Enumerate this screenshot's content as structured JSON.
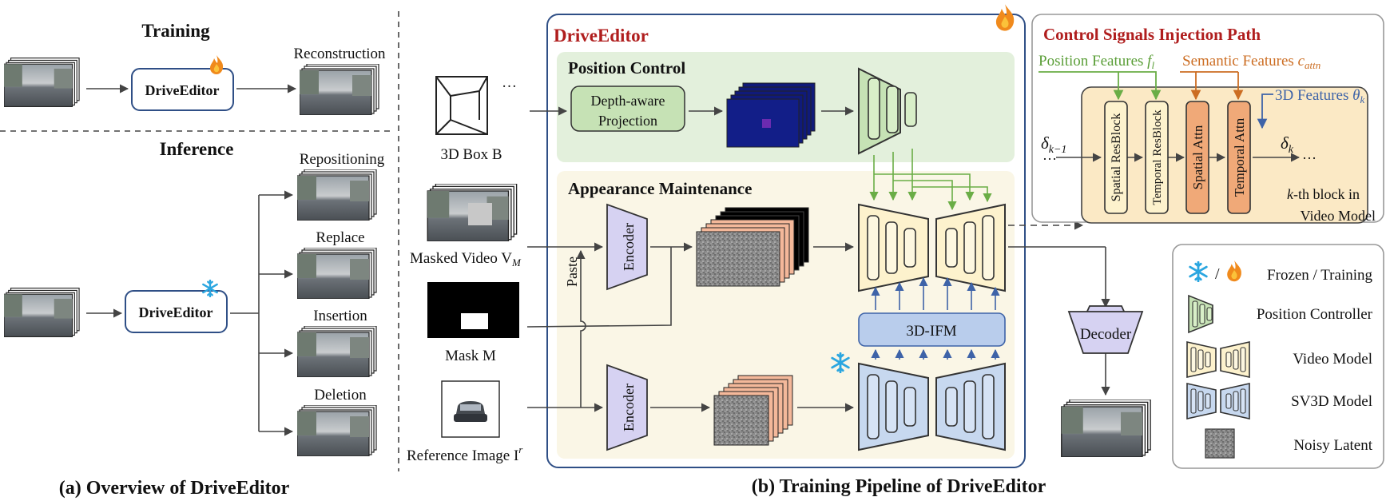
{
  "colors": {
    "red_title": "#b01e1e",
    "main_border": "#2f4f86",
    "position_panel": "#e3f0dc",
    "appearance_panel": "#faf6e6",
    "green_block": "#c6e2b5",
    "green_stroke": "#5d8f47",
    "video_fill": "#fdf2cd",
    "video_stroke": "#7a6a40",
    "sv3d_fill": "#c7d8ef",
    "sv3d_stroke": "#4b6a99",
    "encoder_fill": "#d6d2f2",
    "ifm_fill": "#b9cdec",
    "salmon": "#f4b89a",
    "orange_attn": "#f0a978",
    "green_arrow": "#6aad46",
    "orange_arrow": "#cc6d22",
    "blue_arrow": "#3e63a8",
    "gray_arrow": "#444444"
  },
  "left_panel": {
    "training_heading": "Training",
    "inference_heading": "Inference",
    "editor_label_training": "DriveEditor",
    "editor_label_inference": "DriveEditor",
    "reconstruction_label": "Reconstruction",
    "outputs": [
      "Repositioning",
      "Replace",
      "Insertion",
      "Deletion"
    ],
    "caption": "(a) Overview of DriveEditor",
    "training_icon": "fire-icon",
    "inference_icon": "snowflake-icon"
  },
  "inputs": {
    "box_label": "3D Box B",
    "box_ellipsis": "…",
    "masked_video_label": "Masked Video V",
    "masked_video_sub": "M",
    "mask_label": "Mask M",
    "reference_label": "Reference Image I",
    "reference_sup": "r",
    "paste_label": "Paste"
  },
  "pipeline": {
    "title": "DriveEditor",
    "position_control": "Position Control",
    "projection_line1": "Depth-aware",
    "projection_line2": "Projection",
    "appearance": "Appearance Maintenance",
    "encoder1": "Encoder",
    "encoder2": "Encoder",
    "ifm": "3D-IFM",
    "decoder": "Decoder",
    "caption": "(b) Training Pipeline of DriveEditor",
    "corner_icon": "fire-icon",
    "sv3d_icon": "snowflake-icon"
  },
  "injection": {
    "title": "Control Signals Injection Path",
    "position_features": "Position Features",
    "position_sym": "f",
    "position_sub": "l",
    "semantic_features": "Semantic Features",
    "semantic_sym": "c",
    "semantic_sub": "attn",
    "features_3d": "3D Features",
    "features_3d_sym": "θ",
    "features_3d_sub": "k",
    "delta_in": "δ",
    "delta_in_sub": "k−1",
    "delta_out": "δ",
    "delta_out_sub": "k",
    "ellipsis_in": "…",
    "ellipsis_out": "…",
    "blocks": [
      "Spatial ResBlock",
      "Temporal ResBlock",
      "Spatial Attn",
      "Temporal Attn"
    ],
    "block_note_line1": "-th block in",
    "block_note_k": "k",
    "block_note_line2": "Video Model"
  },
  "legend": {
    "frozen_training": "Frozen / Training",
    "slash": "/",
    "position_controller": "Position Controller",
    "video_model": "Video Model",
    "sv3d_model": "SV3D Model",
    "noisy_latent": "Noisy Latent"
  }
}
